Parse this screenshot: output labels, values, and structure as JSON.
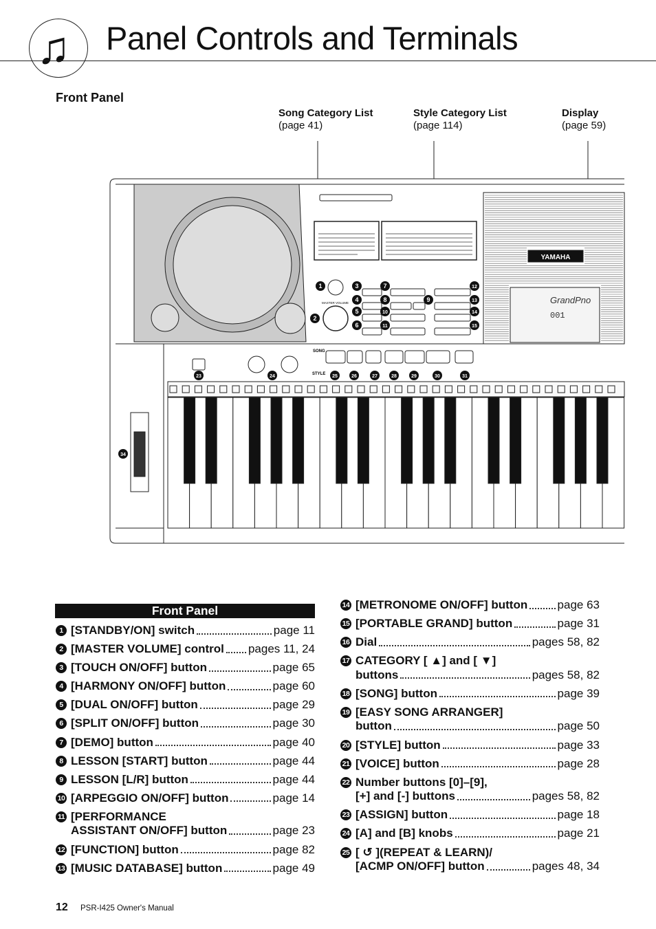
{
  "header": {
    "title": "Panel Controls and Terminals",
    "icon": "music-note-icon"
  },
  "section_title": "Front Panel",
  "callouts": [
    {
      "title": "Song Category List",
      "ref": "(page 41)"
    },
    {
      "title": "Style Category List",
      "ref": "(page 114)"
    },
    {
      "title": "Display",
      "ref": "(page 59)"
    }
  ],
  "illustration": {
    "brand": "YAMAHA",
    "display_text": "GrandPno",
    "display_number": "001",
    "song_label": "SONG",
    "style_label": "STYLE",
    "master_volume_label": "MASTER VOLUME",
    "panel_numbers": [
      "1",
      "2",
      "3",
      "4",
      "5",
      "6",
      "7",
      "8",
      "9",
      "10",
      "11",
      "12",
      "13",
      "14",
      "15",
      "23",
      "24",
      "25",
      "26",
      "27",
      "28",
      "29",
      "30",
      "31",
      "34"
    ]
  },
  "list": {
    "header": "Front Panel",
    "left": [
      {
        "n": "1",
        "lines": [
          "[STANDBY/ON] switch"
        ],
        "page": "page 11"
      },
      {
        "n": "2",
        "lines": [
          "[MASTER VOLUME] control"
        ],
        "page": "pages 11, 24"
      },
      {
        "n": "3",
        "lines": [
          "[TOUCH ON/OFF] button"
        ],
        "page": "page 65"
      },
      {
        "n": "4",
        "lines": [
          "[HARMONY ON/OFF] button"
        ],
        "page": "page 60"
      },
      {
        "n": "5",
        "lines": [
          "[DUAL ON/OFF] button"
        ],
        "page": "page 29"
      },
      {
        "n": "6",
        "lines": [
          "[SPLIT ON/OFF] button"
        ],
        "page": "page 30"
      },
      {
        "n": "7",
        "lines": [
          "[DEMO] button"
        ],
        "page": "page 40"
      },
      {
        "n": "8",
        "lines": [
          "LESSON [START] button"
        ],
        "page": "page 44"
      },
      {
        "n": "9",
        "lines": [
          "LESSON [L/R] button"
        ],
        "page": "page 44"
      },
      {
        "n": "10",
        "lines": [
          "[ARPEGGIO ON/OFF] button"
        ],
        "page": "page 14"
      },
      {
        "n": "11",
        "lines": [
          "[PERFORMANCE",
          "ASSISTANT ON/OFF] button"
        ],
        "page": "page 23"
      },
      {
        "n": "12",
        "lines": [
          "[FUNCTION] button"
        ],
        "page": "page 82"
      },
      {
        "n": "13",
        "lines": [
          "[MUSIC DATABASE] button"
        ],
        "page": "page 49"
      }
    ],
    "right": [
      {
        "n": "14",
        "lines": [
          "[METRONOME ON/OFF] button"
        ],
        "page": "page 63"
      },
      {
        "n": "15",
        "lines": [
          "[PORTABLE GRAND] button"
        ],
        "page": "page 31"
      },
      {
        "n": "16",
        "lines": [
          "Dial"
        ],
        "page": "pages 58, 82"
      },
      {
        "n": "17",
        "lines": [
          "CATEGORY [ ▲] and [ ▼]",
          "buttons"
        ],
        "page": "pages 58, 82"
      },
      {
        "n": "18",
        "lines": [
          "[SONG] button"
        ],
        "page": "page 39"
      },
      {
        "n": "19",
        "lines": [
          "[EASY SONG ARRANGER]",
          "button"
        ],
        "page": "page 50"
      },
      {
        "n": "20",
        "lines": [
          "[STYLE] button"
        ],
        "page": "page 33"
      },
      {
        "n": "21",
        "lines": [
          "[VOICE] button"
        ],
        "page": "page 28"
      },
      {
        "n": "22",
        "lines": [
          "Number buttons [0]–[9],",
          "[+] and [-] buttons"
        ],
        "page": "pages 58, 82"
      },
      {
        "n": "23",
        "lines": [
          "[ASSIGN] button"
        ],
        "page": "page 18"
      },
      {
        "n": "24",
        "lines": [
          "[A] and [B] knobs"
        ],
        "page": "page 21"
      },
      {
        "n": "25",
        "lines": [
          "[ ↺ ](REPEAT & LEARN)/",
          "[ACMP ON/OFF] button"
        ],
        "page": "pages 48, 34"
      }
    ]
  },
  "footer": {
    "page_number": "12",
    "manual": "PSR-I425  Owner's Manual"
  }
}
